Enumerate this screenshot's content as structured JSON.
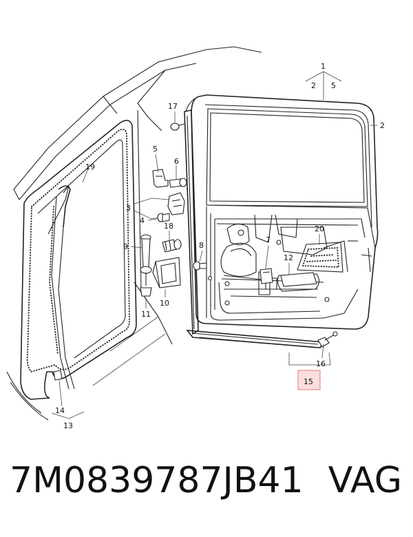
{
  "diagram": {
    "callouts": {
      "c1": "1",
      "c2a": "2",
      "c5a": "5",
      "c2": "2",
      "c3": "3",
      "c4": "4",
      "c5": "5",
      "c6": "6",
      "c7": "7",
      "c8": "8",
      "c9": "9",
      "c10": "10",
      "c11": "11",
      "c12": "12",
      "c13": "13",
      "c14": "14",
      "c15": "15",
      "c16": "16",
      "c17": "17",
      "c18": "18",
      "c19": "19",
      "c20": "20"
    },
    "highlight_color": "#fbdede"
  },
  "footer": {
    "part_number": "7M0839787JB41",
    "brand": "VAG"
  }
}
